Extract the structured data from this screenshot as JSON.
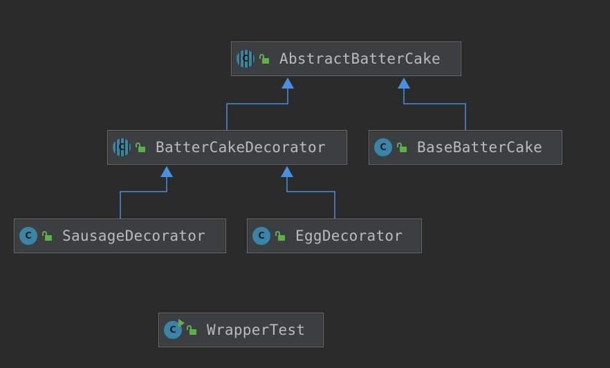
{
  "diagram": {
    "nodes": [
      {
        "id": "abstract_batter_cake",
        "label": "AbstractBatterCake",
        "kind": "abstract-class"
      },
      {
        "id": "batter_cake_decorator",
        "label": "BatterCakeDecorator",
        "kind": "abstract-class"
      },
      {
        "id": "base_batter_cake",
        "label": "BaseBatterCake",
        "kind": "class"
      },
      {
        "id": "sausage_decorator",
        "label": "SausageDecorator",
        "kind": "class"
      },
      {
        "id": "egg_decorator",
        "label": "EggDecorator",
        "kind": "class"
      },
      {
        "id": "wrapper_test",
        "label": "WrapperTest",
        "kind": "runnable-class"
      }
    ],
    "edges": [
      {
        "from": "batter_cake_decorator",
        "to": "abstract_batter_cake",
        "type": "extends"
      },
      {
        "from": "base_batter_cake",
        "to": "abstract_batter_cake",
        "type": "extends"
      },
      {
        "from": "sausage_decorator",
        "to": "batter_cake_decorator",
        "type": "extends"
      },
      {
        "from": "egg_decorator",
        "to": "batter_cake_decorator",
        "type": "extends"
      }
    ],
    "colors": {
      "background": "#2b2b2b",
      "node_fill": "#3c3f41",
      "node_border": "#6f6f6f",
      "edge": "#4a90e2",
      "class_icon": "#3a85a6",
      "visibility_icon": "#5fb04a",
      "label": "#bbbbbb"
    },
    "icons": {
      "class": "class-icon",
      "abstract-class": "abstract-class-icon",
      "runnable-class": "runnable-class-icon",
      "visibility": "public-lock-icon"
    }
  }
}
